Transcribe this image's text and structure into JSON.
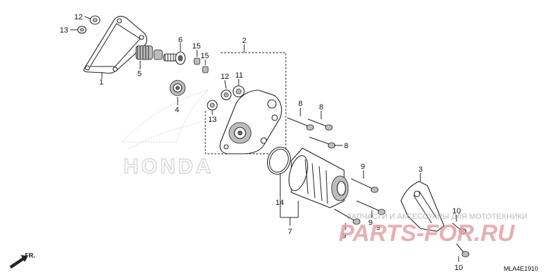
{
  "diagram": {
    "code": "MLA4E1910",
    "front_marker": "FR.",
    "part_numbers": {
      "p1": "1",
      "p2": "2",
      "p3": "3",
      "p4": "4",
      "p5": "5",
      "p6": "6",
      "p7": "7",
      "p8a": "8",
      "p8b": "8",
      "p8c": "8",
      "p9a": "9",
      "p9b": "9",
      "p9c": "9",
      "p9d": "9",
      "p10a": "10",
      "p10b": "10",
      "p11": "11",
      "p12a": "12",
      "p12b": "12",
      "p13a": "13",
      "p13b": "13",
      "p14": "14",
      "p15a": "15",
      "p15b": "15"
    }
  },
  "watermark": {
    "brand_logo": "HONDA",
    "site_logo": "PARTS-FOR.RU",
    "site_tagline": "ЗАПЧАСТИ И АКСЕССУАРЫ ДЛЯ МОТОТЕХНИКИ"
  }
}
